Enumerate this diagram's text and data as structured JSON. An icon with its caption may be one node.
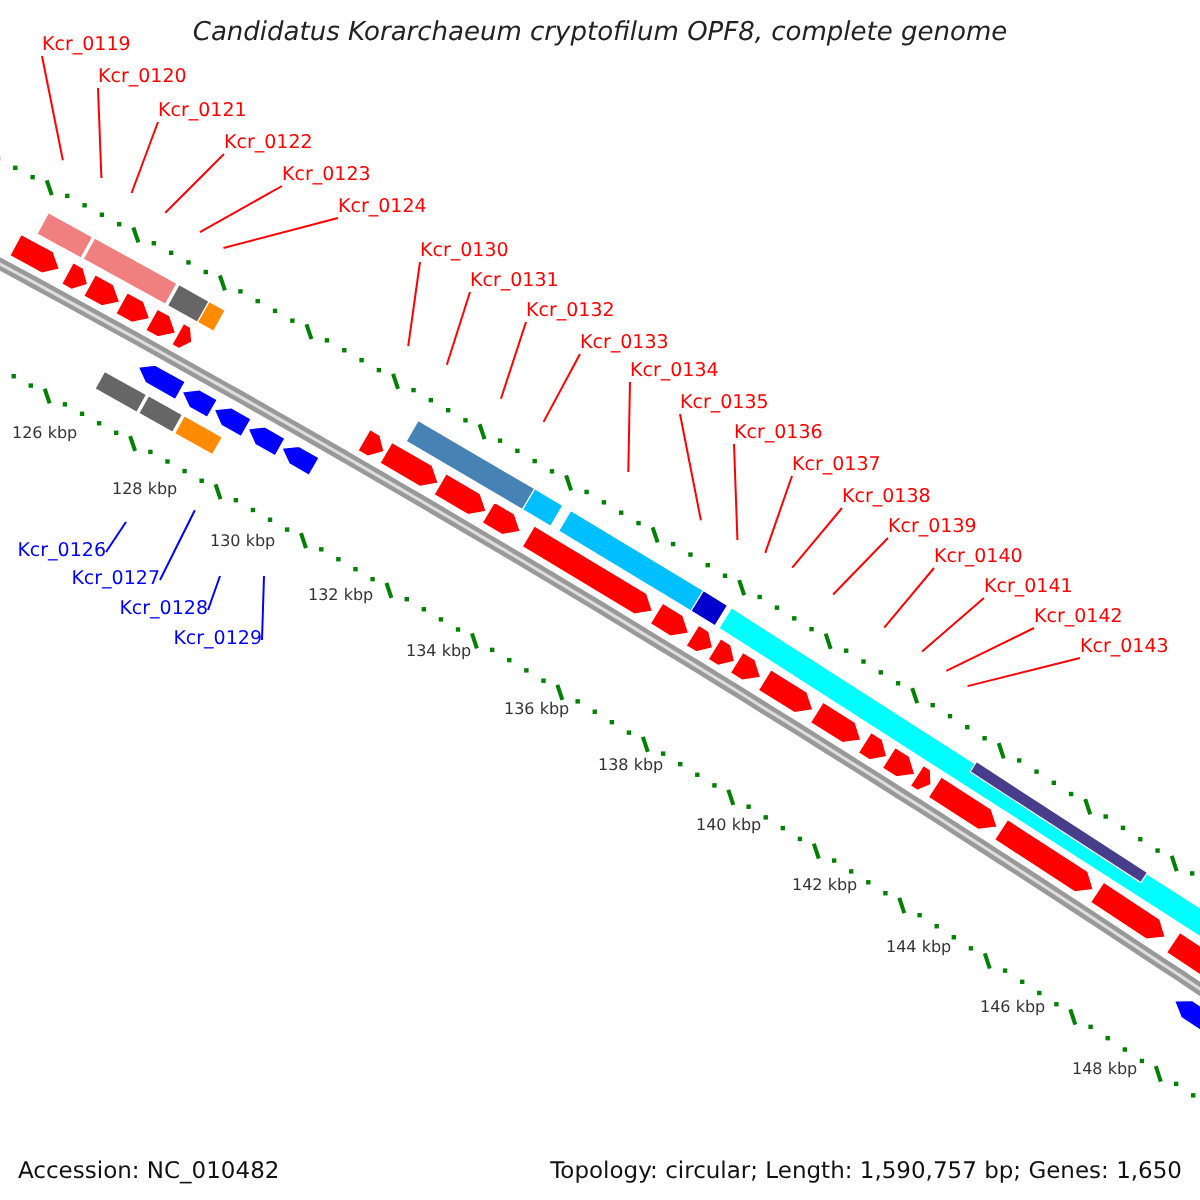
{
  "diagram": {
    "title": "Candidatus Korarchaeum cryptofilum OPF8, complete genome",
    "nodes": [
      {
        "text": [
          "Kcr_0119"
        ]
      },
      {
        "text": [
          "Kcr_0120"
        ]
      },
      {
        "text": [
          "Kcr_0121"
        ]
      },
      {
        "text": [
          "Kcr_0122"
        ]
      },
      {
        "text": [
          "Kcr_0123"
        ]
      },
      {
        "text": [
          "Kcr_0124"
        ]
      },
      {
        "text": [
          "Kcr_0130"
        ]
      },
      {
        "text": [
          "Kcr_0131"
        ]
      },
      {
        "text": [
          "Kcr_0132"
        ]
      },
      {
        "text": [
          "Kcr_0133"
        ]
      },
      {
        "text": [
          "Kcr_0134"
        ]
      },
      {
        "text": [
          "Kcr_0135"
        ]
      },
      {
        "text": [
          "Kcr_0136"
        ]
      },
      {
        "text": [
          "Kcr_0137"
        ]
      },
      {
        "text": [
          "Kcr_0138"
        ]
      },
      {
        "text": [
          "Kcr_0139"
        ]
      },
      {
        "text": [
          "Kcr_0140"
        ]
      },
      {
        "text": [
          "Kcr_0141"
        ]
      },
      {
        "text": [
          "Kcr_0142"
        ]
      },
      {
        "text": [
          "Kcr_0143"
        ]
      },
      {
        "text": [
          "Kcr_0126"
        ]
      },
      {
        "text": [
          "Kcr_0127"
        ]
      },
      {
        "text": [
          "Kcr_0128"
        ]
      },
      {
        "text": [
          "Kcr_0129"
        ]
      }
    ],
    "edges": [
      {
        "from": 0,
        "to": null,
        "arrow": "none"
      },
      {
        "from": 1,
        "to": null,
        "arrow": "none"
      },
      {
        "from": 2,
        "to": null,
        "arrow": "none"
      },
      {
        "from": 3,
        "to": null,
        "arrow": "none"
      },
      {
        "from": 4,
        "to": null,
        "arrow": "none"
      },
      {
        "from": 5,
        "to": null,
        "arrow": "none"
      },
      {
        "from": 6,
        "to": null,
        "arrow": "none"
      },
      {
        "from": 7,
        "to": null,
        "arrow": "none"
      },
      {
        "from": 8,
        "to": null,
        "arrow": "none"
      },
      {
        "from": 9,
        "to": null,
        "arrow": "none"
      },
      {
        "from": 10,
        "to": null,
        "arrow": "none"
      },
      {
        "from": 11,
        "to": null,
        "arrow": "none"
      },
      {
        "from": 12,
        "to": null,
        "arrow": "none"
      },
      {
        "from": 13,
        "to": null,
        "arrow": "none"
      },
      {
        "from": 14,
        "to": null,
        "arrow": "none"
      },
      {
        "from": 15,
        "to": null,
        "arrow": "none"
      },
      {
        "from": 16,
        "to": null,
        "arrow": "none"
      },
      {
        "from": 17,
        "to": null,
        "arrow": "none"
      },
      {
        "from": 18,
        "to": null,
        "arrow": "none"
      },
      {
        "from": 19,
        "to": null,
        "arrow": "none"
      },
      {
        "from": 20,
        "to": null,
        "arrow": "none",
        "color": "#0000ff"
      },
      {
        "from": 21,
        "to": null,
        "arrow": "none",
        "color": "#0000ff"
      },
      {
        "from": 22,
        "to": null,
        "arrow": "none",
        "color": "#0000ff"
      },
      {
        "from": 23,
        "to": null,
        "arrow": "none",
        "color": "#0000ff"
      }
    ],
    "labels": [
      "126 kbp",
      "128 kbp",
      "130 kbp",
      "132 kbp",
      "134 kbp",
      "136 kbp",
      "138 kbp",
      "140 kbp",
      "142 kbp",
      "144 kbp",
      "146 kbp",
      "148 kbp",
      "Accession: NC_010482",
      "Topology: circular; Length: 1,590,757 bp; Genes: 1,650"
    ]
  }
}
